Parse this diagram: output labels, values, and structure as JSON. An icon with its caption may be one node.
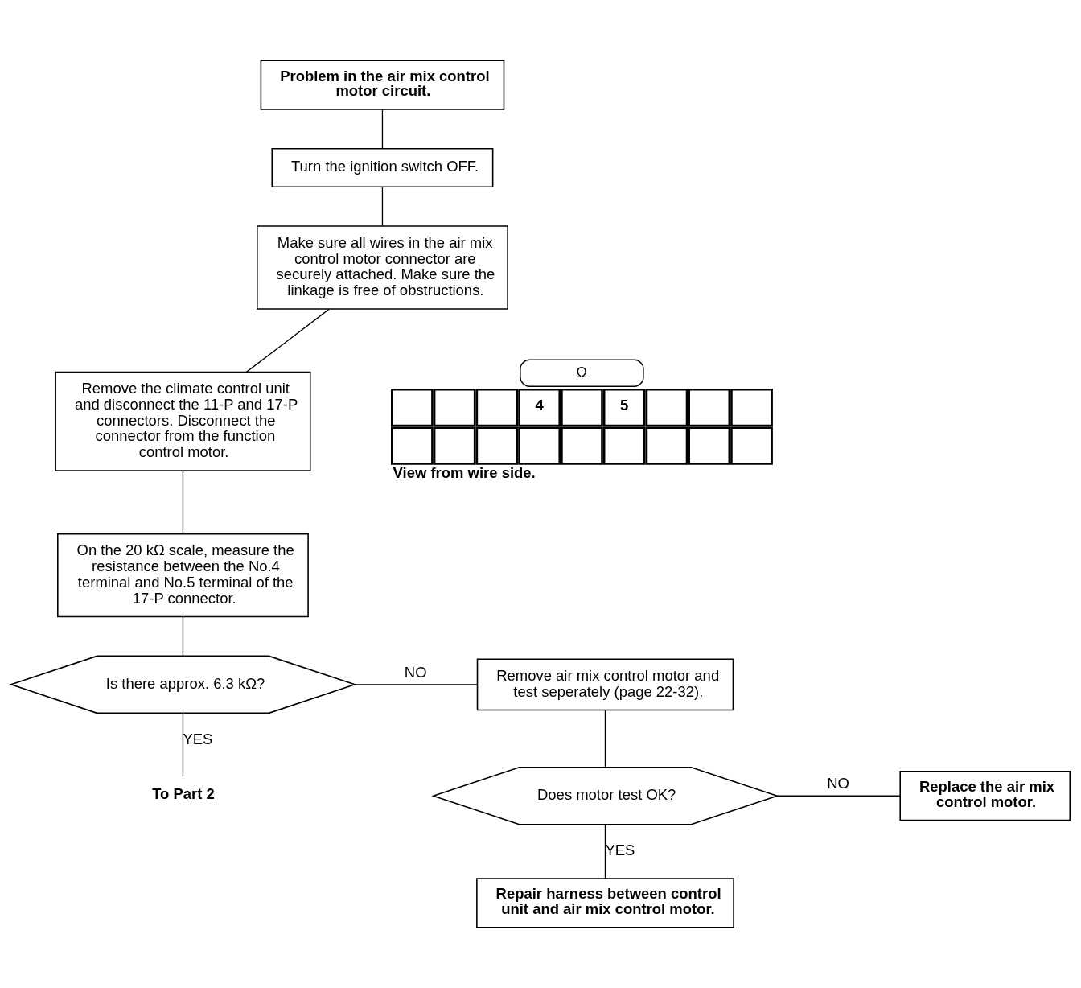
{
  "diagram": {
    "nodes": [
      {
        "text": [
          "Problem in the air mix control motor circuit."
        ]
      },
      {
        "text": [
          "Turn the ignition switch OFF."
        ]
      },
      {
        "text": [
          "Make sure all wires in the air mix control motor connector are securely attached. Make sure the linkage is free of obstructions."
        ]
      },
      {
        "text": [
          "Remove the climate control unit and disconnect the 11-P and 17-P connectors. Disconnect the connector from the function control motor."
        ]
      },
      {
        "text": [
          "On the 20 kΩ scale, measure the resistance between the No.4 terminal and No.5 terminal of the 17-P connector."
        ]
      },
      {
        "text": [
          "Is there approx. 6.3 kΩ?"
        ]
      },
      {
        "text": [
          "Remove air mix control motor and test seperately (page 22-32)."
        ]
      },
      {
        "text": [
          "Does motor test OK?"
        ]
      },
      {
        "text": [
          "Replace the air mix control motor."
        ]
      },
      {
        "text": [
          "Repair harness between control unit and air mix control motor."
        ]
      },
      {
        "text": [
          "To Part 2"
        ]
      }
    ],
    "edges": [
      {
        "from": 0,
        "to": 1,
        "arrow": "none"
      },
      {
        "from": 1,
        "to": 2,
        "arrow": "none"
      },
      {
        "from": 2,
        "to": 3,
        "arrow": "none"
      },
      {
        "from": 3,
        "to": 4,
        "arrow": "none"
      },
      {
        "from": 4,
        "to": 5,
        "arrow": "none"
      },
      {
        "from": 5,
        "to": 6,
        "arrow": "none",
        "label": "NO"
      },
      {
        "from": 5,
        "to": 10,
        "arrow": "none",
        "label": "YES"
      },
      {
        "from": 6,
        "to": 7,
        "arrow": "none"
      },
      {
        "from": 7,
        "to": 8,
        "arrow": "none",
        "label": "NO"
      },
      {
        "from": 7,
        "to": 9,
        "arrow": "none",
        "label": "YES"
      }
    ],
    "labels": [
      "Ω",
      "4",
      "5",
      "View from wire side."
    ]
  }
}
